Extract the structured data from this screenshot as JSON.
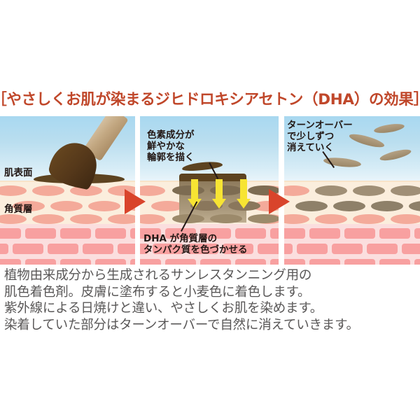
{
  "title": {
    "text": "［やさしくお肌が染まるジヒドロキシアセトン（DHA）の効果］",
    "color": "#c0472a"
  },
  "diagram": {
    "layer_labels": {
      "skin_surface": "肌表面",
      "stratum_corneum": "角質層"
    },
    "panels": [
      {
        "id": "panel-apply",
        "annotation": "",
        "description_icon": "brush-icon"
      },
      {
        "id": "panel-stain",
        "annotation_top": "色素成分が\n鮮やかな\n輪郭を描く",
        "annotation_bottom": "DHA が角質層の\nタンパク質を色づかせる",
        "arrow_icon": "down-arrow-icon",
        "arrow_color": "#f7e433",
        "arrow_count": 3
      },
      {
        "id": "panel-fade",
        "annotation": "ターンオーバー\nで少しずつ\n消えていく",
        "flake_icon": "skin-flake-icon",
        "flake_count": 5
      }
    ],
    "step_arrow_icon": "right-triangle-icon",
    "step_arrow_color": "#d9442b",
    "colors": {
      "sky": "#b4dcef",
      "corneum": "#fbeedd",
      "dermis": "#fbdede",
      "cell": "#f4aa9a",
      "brick": "#f8a0a0",
      "stain": "#5d4320",
      "brush_handle": "#c3a882",
      "brush_bristle": "#4a3016"
    }
  },
  "description": {
    "lines": [
      "植物由来成分から生成されるサンレスタンニング用の",
      "肌色着色剤。皮膚に塗布すると小麦色に着色します。",
      "紫外線による日焼けと違い、やさしくお肌を染めます。",
      "染着していた部分はターンオーバーで自然に消えていきます。"
    ],
    "color": "#595757"
  }
}
